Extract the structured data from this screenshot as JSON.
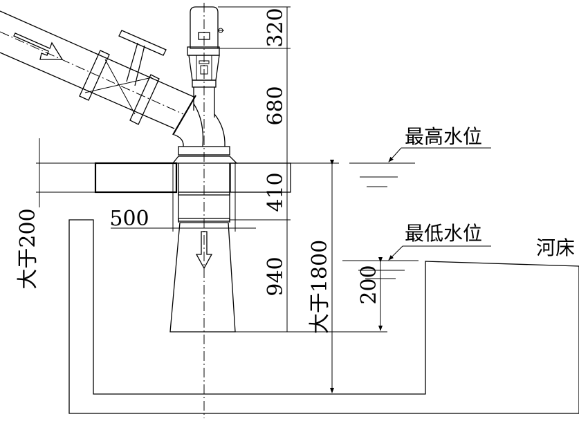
{
  "labels": {
    "max_water_level": "最高水位",
    "min_water_level": "最低水位",
    "riverbed": "河床"
  },
  "dimensions": {
    "motor_height": "320",
    "gearbox_height": "680",
    "slab_thickness": "410",
    "pipe_length_below": "940",
    "depth_min": "大于1800",
    "submergence": "200",
    "left_clearance": "大于200",
    "opening_width": "500"
  }
}
